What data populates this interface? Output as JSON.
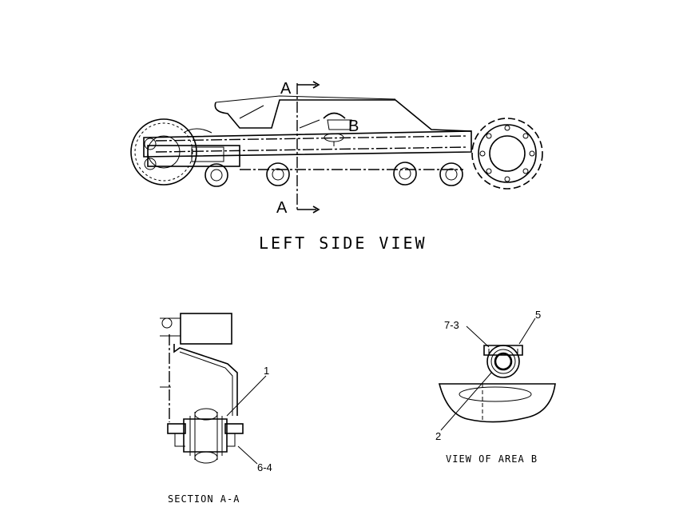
{
  "views": {
    "left_side_view": "LEFT SIDE VIEW",
    "section_aa": "SECTION A-A",
    "view_area_b": "VIEW OF AREA B"
  },
  "section_markers": {
    "top_a": "A",
    "bottom_a": "A",
    "area_b": "B"
  },
  "callouts": {
    "c1": "1",
    "c2": "2",
    "c5": "5",
    "c6_4": "6-4",
    "c7_3": "7-3"
  }
}
